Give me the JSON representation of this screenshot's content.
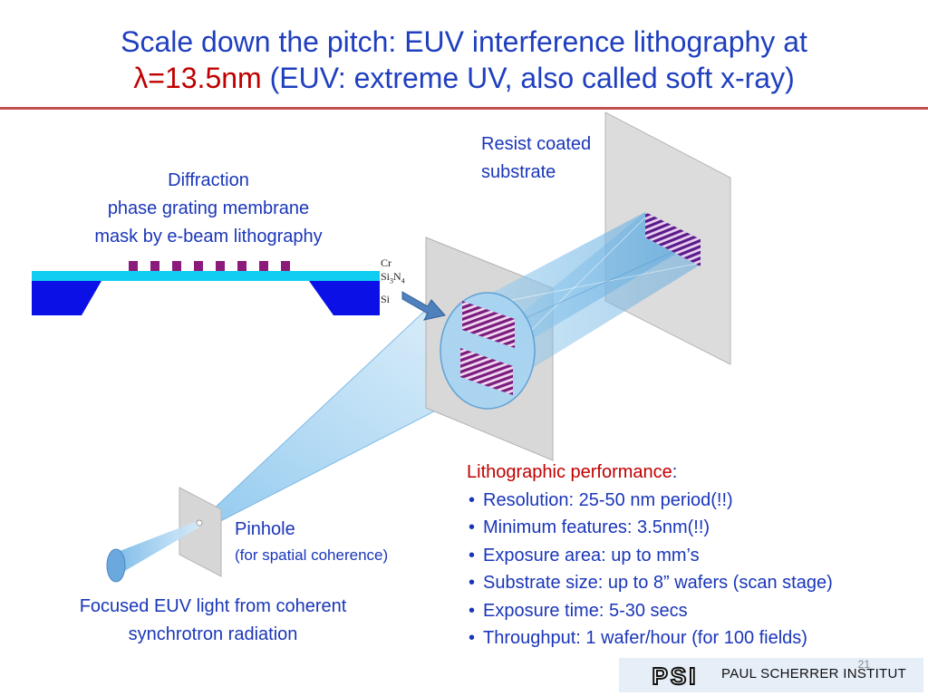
{
  "title": {
    "line1": "Scale down the pitch: EUV interference lithography at",
    "lambda": "λ=13.5nm",
    "line2_rest": " (EUV: extreme UV, also called soft x-ray)"
  },
  "labels": {
    "mask": [
      "Diffraction",
      "phase grating membrane",
      "mask by e-beam lithography"
    ],
    "resist": [
      "Resist coated",
      "substrate"
    ],
    "pinhole": "Pinhole",
    "pinhole_note": "(for spatial coherence)",
    "euv_source": [
      "Focused EUV light from coherent",
      "synchrotron radiation"
    ]
  },
  "layers": {
    "cr": "Cr",
    "sin_main": "Si",
    "sin_sub1": "3",
    "sin_n": "N",
    "sin_sub2": "4",
    "si": "Si"
  },
  "performance": {
    "heading": "Lithographic performance",
    "colon": ":",
    "items": [
      "Resolution: 25-50 nm period(!!)",
      "Minimum features: 3.5nm(!!)",
      "Exposure area: up to mm’s",
      "Substrate size: up to 8” wafers (scan stage)",
      "Exposure time: 5-30 secs",
      "Throughput: 1 wafer/hour (for 100 fields)"
    ]
  },
  "footer": {
    "page_number": "21",
    "logo_letters": "PSI",
    "institute": "PAUL SCHERRER INSTITUT"
  },
  "colors": {
    "title_blue": "#1f3fbf",
    "accent_red": "#c00000",
    "rule": "#c0504d",
    "grating_purple": "#8b1a7a",
    "membrane_cyan": "#10c8f0",
    "silicon_blue": "#0a10e0"
  }
}
